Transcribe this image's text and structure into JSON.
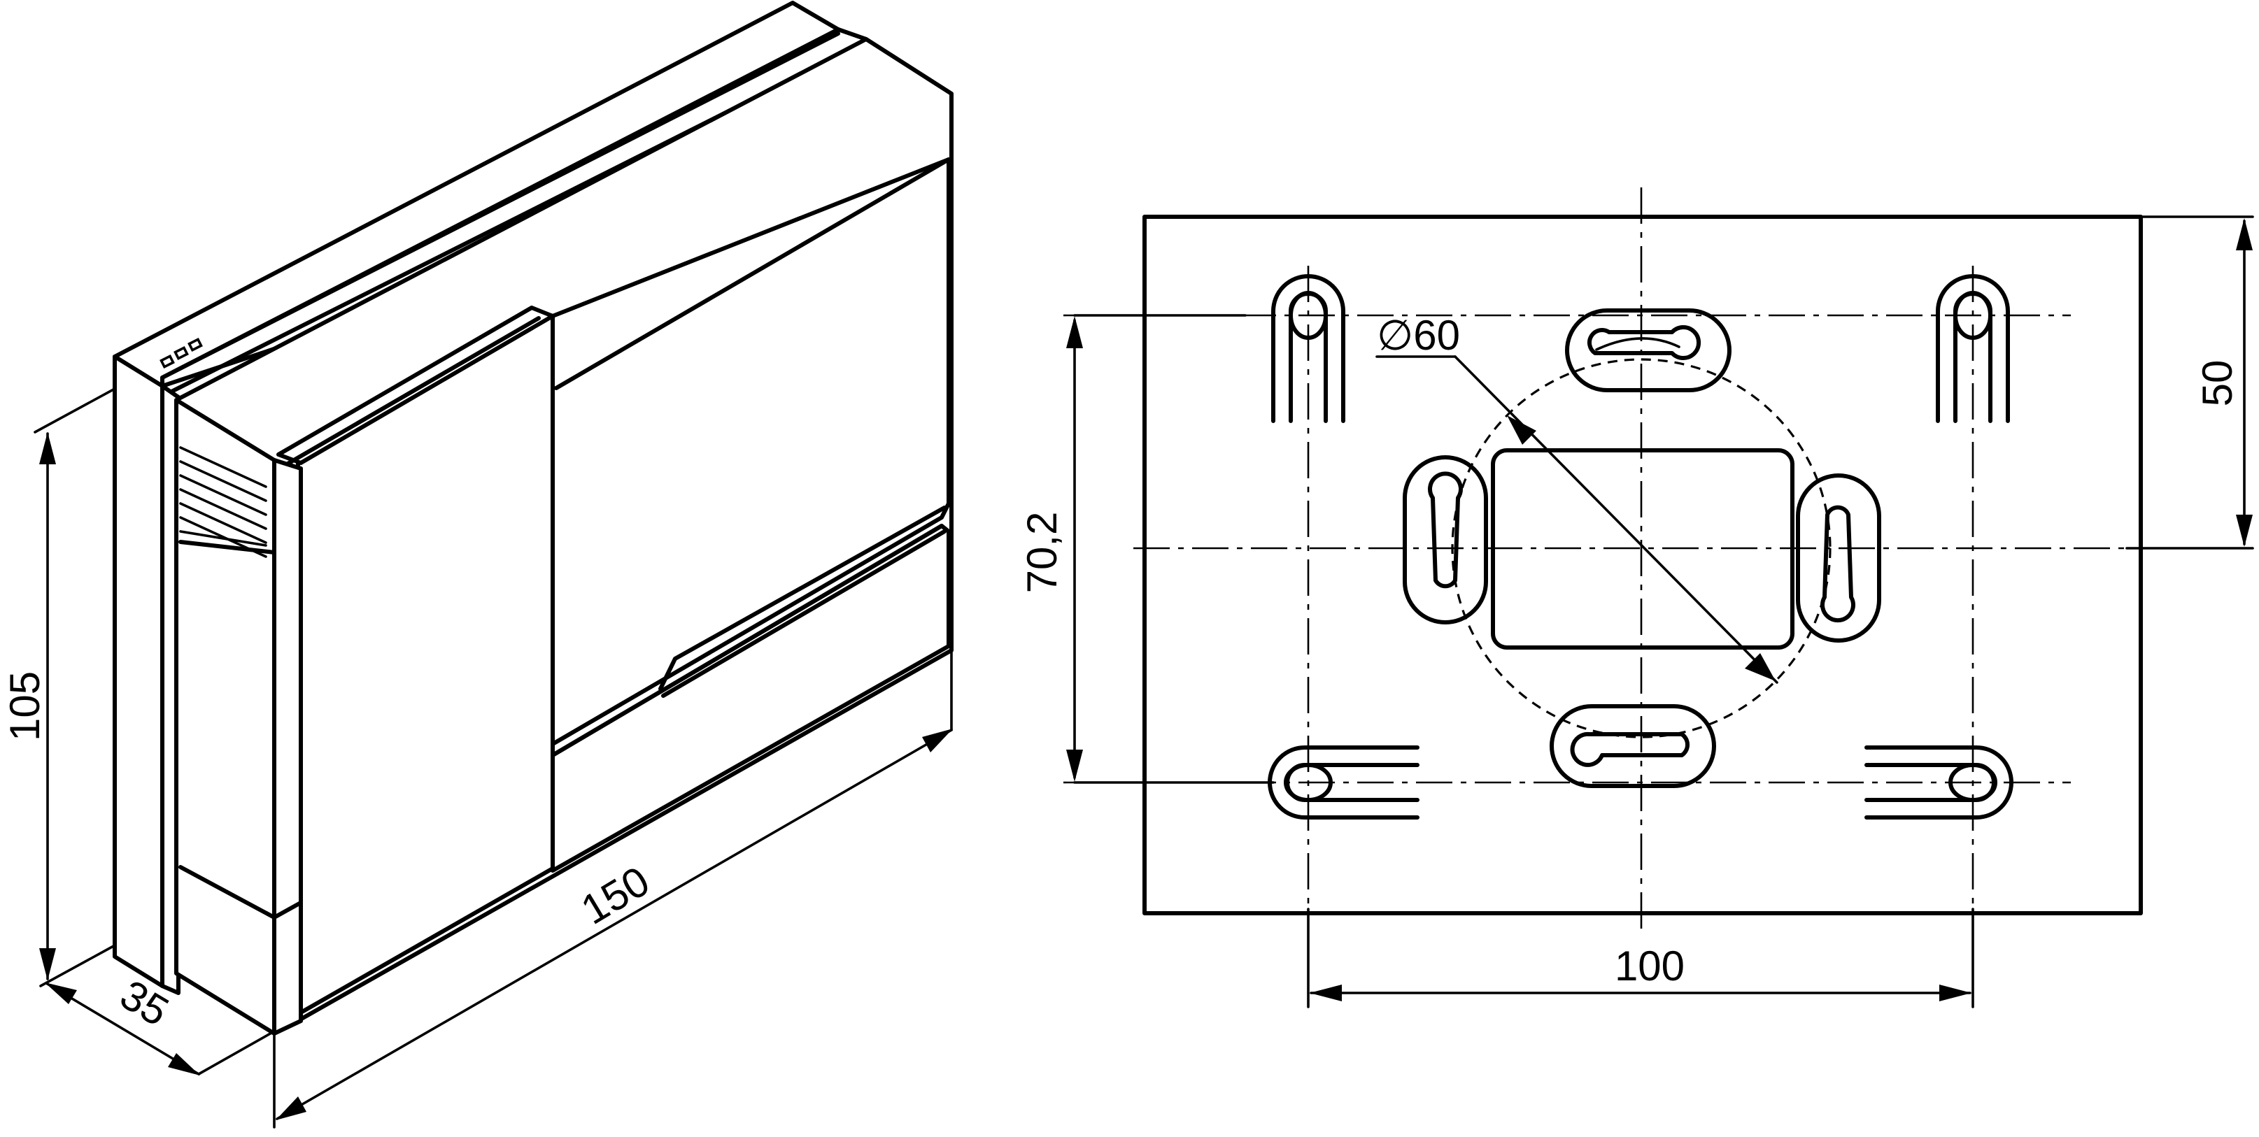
{
  "dimensions": {
    "height": "105",
    "depth": "35",
    "width": "150",
    "diameter": "∅60",
    "vertical_hole_spacing": "70,2",
    "horizontal_hole_spacing": "100",
    "right_offset": "50"
  },
  "colors": {
    "line": "#000000",
    "background": "#ffffff"
  }
}
